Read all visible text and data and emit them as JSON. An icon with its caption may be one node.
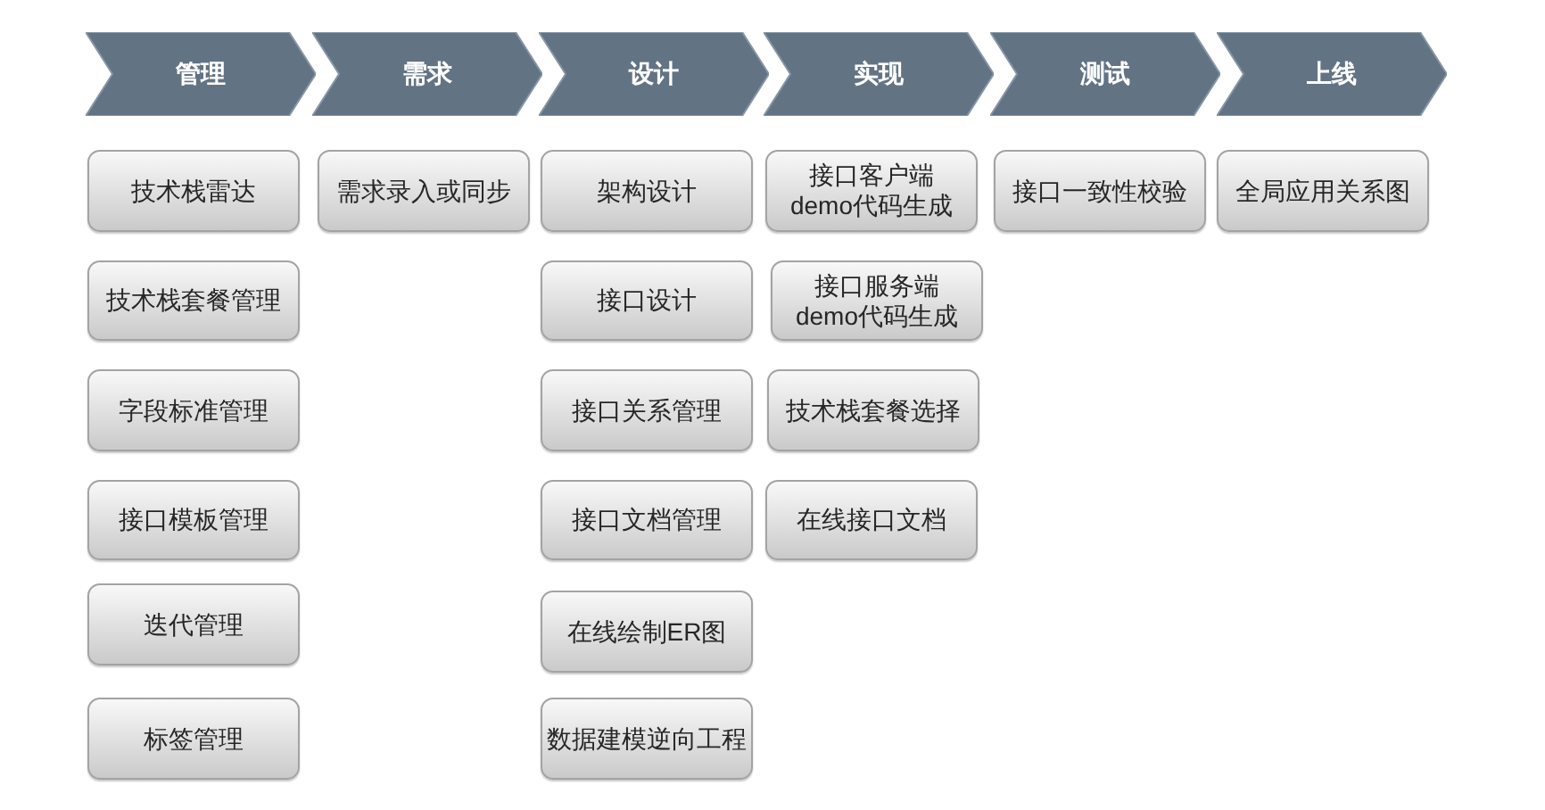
{
  "diagram": {
    "nodes": [
      {
        "text": [
          "管理"
        ]
      },
      {
        "text": [
          "需求"
        ]
      },
      {
        "text": [
          "设计"
        ]
      },
      {
        "text": [
          "实现"
        ]
      },
      {
        "text": [
          "测试"
        ]
      },
      {
        "text": [
          "上线"
        ]
      },
      {
        "text": [
          "技术栈雷达"
        ]
      },
      {
        "text": [
          "需求录入或同步"
        ]
      },
      {
        "text": [
          "架构设计"
        ]
      },
      {
        "text": [
          "接口客户端demo代码生成"
        ]
      },
      {
        "text": [
          "接口一致性校验"
        ]
      },
      {
        "text": [
          "全局应用关系图"
        ]
      },
      {
        "text": [
          "技术栈套餐管理"
        ]
      },
      {
        "text": [
          "接口设计"
        ]
      },
      {
        "text": [
          "接口服务端demo代码生成"
        ]
      },
      {
        "text": [
          "字段标准管理"
        ]
      },
      {
        "text": [
          "接口关系管理"
        ]
      },
      {
        "text": [
          "技术栈套餐选择"
        ]
      },
      {
        "text": [
          "接口模板管理"
        ]
      },
      {
        "text": [
          "接口文档管理"
        ]
      },
      {
        "text": [
          "在线接口文档"
        ]
      },
      {
        "text": [
          "迭代管理"
        ]
      },
      {
        "text": [
          "在线绘制ER图"
        ]
      },
      {
        "text": [
          "标签管理"
        ]
      },
      {
        "text": [
          "数据建模逆向工程"
        ]
      }
    ]
  }
}
